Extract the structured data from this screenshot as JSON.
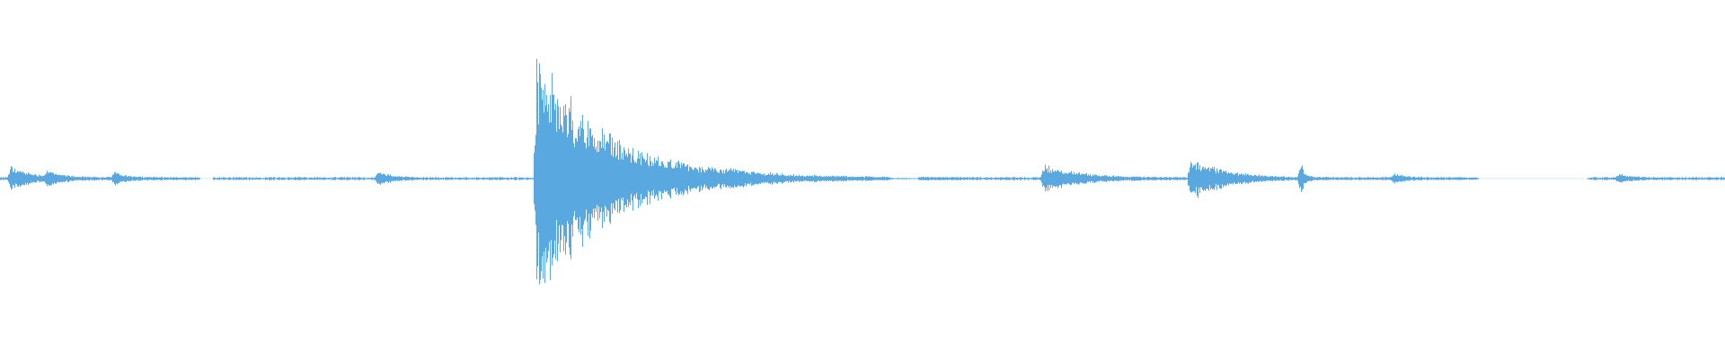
{
  "waveform": {
    "color": "#5aa8e0",
    "description_note": "",
    "events": [
      {
        "position": 0.006,
        "amplitude": 0.09,
        "decay": 0.012
      },
      {
        "position": 0.027,
        "amplitude": 0.04,
        "decay": 0.01
      },
      {
        "position": 0.066,
        "amplitude": 0.04,
        "decay": 0.008
      },
      {
        "position": 0.219,
        "amplitude": 0.05,
        "decay": 0.008
      },
      {
        "position": 0.311,
        "amplitude": 0.95,
        "decay": 0.04
      },
      {
        "position": 0.423,
        "amplitude": 0.03,
        "decay": 0.01
      },
      {
        "position": 0.605,
        "amplitude": 0.1,
        "decay": 0.02
      },
      {
        "position": 0.69,
        "amplitude": 0.17,
        "decay": 0.018
      },
      {
        "position": 0.754,
        "amplitude": 0.12,
        "decay": 0.002
      },
      {
        "position": 0.808,
        "amplitude": 0.03,
        "decay": 0.008
      },
      {
        "position": 0.938,
        "amplitude": 0.03,
        "decay": 0.008
      }
    ],
    "gaps": [
      [
        0.116,
        0.123
      ],
      [
        0.516,
        0.532
      ],
      [
        0.857,
        0.92
      ]
    ],
    "noise_floor": 0.008
  }
}
